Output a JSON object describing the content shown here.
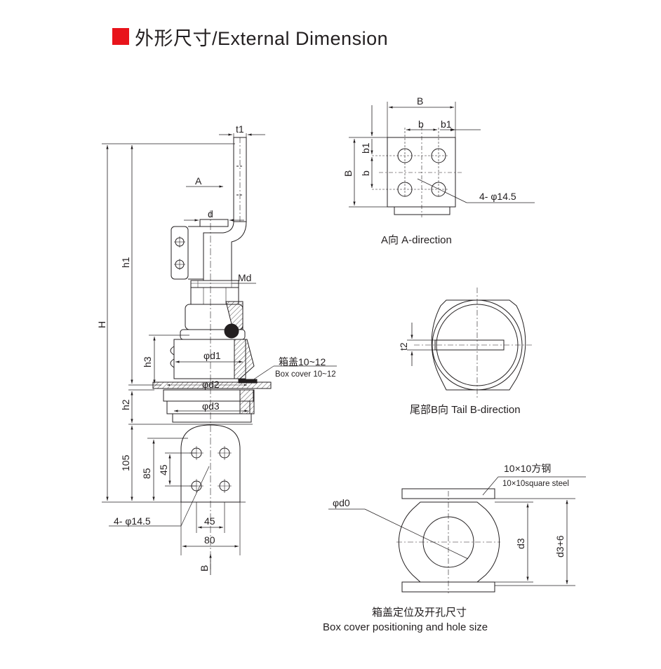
{
  "header": {
    "title": "外形尺寸/External Dimension",
    "accent_color": "#e8141b"
  },
  "side_view": {
    "t1": "t1",
    "A": "A",
    "d": "d",
    "Md": "Md",
    "H": "H",
    "h1": "h1",
    "h3": "h3",
    "h2": "h2",
    "d1": "φd1",
    "d2": "φd2",
    "d3": "φd3",
    "box_cover_cn": "箱盖10~12",
    "box_cover_en": "Box cover 10~12",
    "dim_105": "105",
    "dim_85": "85",
    "dim_45_v": "45",
    "holes": "4- φ14.5",
    "dim_45_h": "45",
    "dim_80": "80",
    "B_arrow": "B"
  },
  "a_view": {
    "B_top": "B",
    "b_top": "b",
    "b1_top": "b1",
    "B_left": "B",
    "b1_left": "b1",
    "b_left": "b",
    "holes": "4- φ14.5",
    "caption": "A向 A-direction"
  },
  "tail_view": {
    "t2": "t2",
    "caption": "尾部B向 Tail B-direction"
  },
  "cover_view": {
    "steel_cn": "10×10方钢",
    "steel_en": "10×10square steel",
    "d0": "φd0",
    "d3": "d3",
    "d3_6": "d3+6",
    "caption_cn": "箱盖定位及开孔尺寸",
    "caption_en": "Box cover positioning and hole size"
  }
}
